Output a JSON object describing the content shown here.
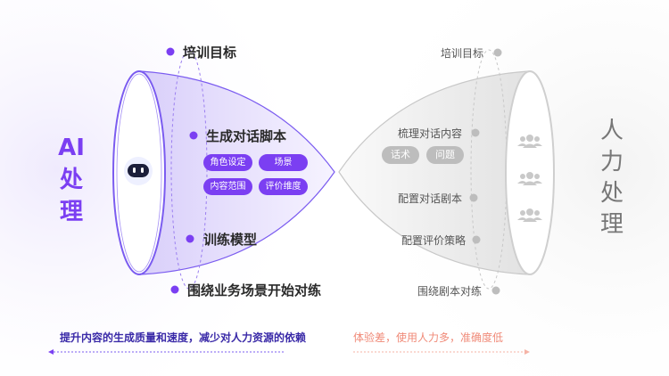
{
  "ai_side": {
    "title_chars": [
      "AI",
      "处",
      "理"
    ],
    "steps": [
      "培训目标",
      "生成对话脚本",
      "训练模型",
      "围绕业务场景开始对练"
    ],
    "tags": [
      "角色设定",
      "场景",
      "内容范围",
      "评价维度"
    ],
    "summary": "提升内容的生成质量和速度，减少对人力资源的依赖",
    "accent": "#7b3ff2"
  },
  "human_side": {
    "title_chars": [
      "人",
      "力",
      "处",
      "理"
    ],
    "steps": [
      "培训目标",
      "梳理对话内容",
      "配置对话剧本",
      "配置评价策略",
      "围绕剧本对练"
    ],
    "tags": [
      "话术",
      "问题"
    ],
    "summary": "体验差，使用人力多，准确度低",
    "accent": "#f08a78"
  }
}
